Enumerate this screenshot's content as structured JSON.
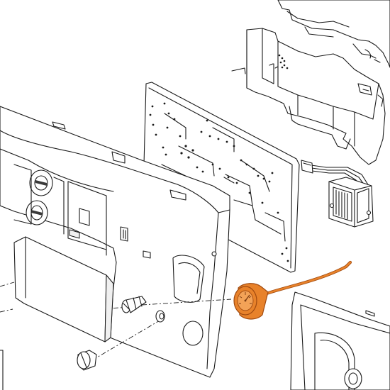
{
  "diagram": {
    "style": "exploded-parts-line-drawing",
    "highlight_color": "#e8822a",
    "highlight_stroke": "#a04a10",
    "line_color": "#1a1a1a",
    "background": "#ffffff",
    "parts": [
      {
        "name": "front-panel-housing",
        "highlighted": false
      },
      {
        "name": "circuit-board",
        "highlighted": false
      },
      {
        "name": "rear-control-box",
        "highlighted": false
      },
      {
        "name": "transformer",
        "highlighted": false
      },
      {
        "name": "wiring-connector",
        "highlighted": false
      },
      {
        "name": "door-cover",
        "highlighted": false
      },
      {
        "name": "pressure-gauge",
        "highlighted": true
      },
      {
        "name": "capillary-tube",
        "highlighted": true
      },
      {
        "name": "control-knob",
        "highlighted": false
      },
      {
        "name": "screw-fastener",
        "highlighted": false
      },
      {
        "name": "grommet",
        "highlighted": false
      },
      {
        "name": "second-panel-housing",
        "highlighted": false
      }
    ]
  }
}
